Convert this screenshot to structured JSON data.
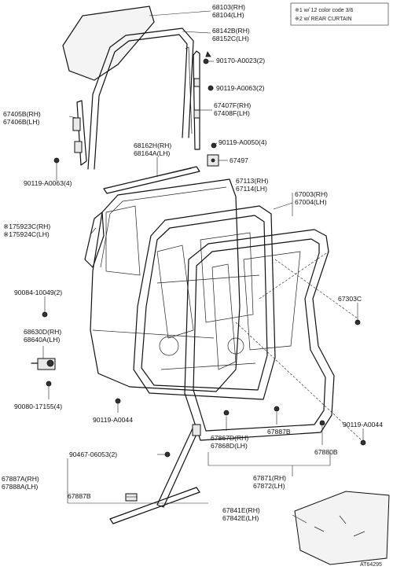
{
  "notes": [
    "※1 w/ 12 color code 3/6",
    "※2 w/ REAR CURTAIN"
  ],
  "labels": {
    "glass": [
      "68103(RH)",
      "68104(LH)"
    ],
    "run": [
      "68142B(RH)",
      "68152C(LH)"
    ],
    "bolt1": "90170-A0023(2)",
    "bolt2": "90119-A0063(2)",
    "divider": [
      "67407F(RH)",
      "67408F(LH)"
    ],
    "bolt3": "90119-A0050(4)",
    "frame_l": [
      "67405B(RH)",
      "67406B(LH)"
    ],
    "belt": [
      "68162H(RH)",
      "68164A(LH)"
    ],
    "clip": "67497",
    "bolt4": "90119-A0063(4)",
    "weather": [
      "67113(RH)",
      "67114(LH)"
    ],
    "panel": [
      "67003(RH)",
      "67004(LH)"
    ],
    "mould": [
      "※175923C(RH)",
      "※175924C(LH)"
    ],
    "clip2": "67303C",
    "bolt5": "90084-10049(2)",
    "hinge": [
      "68630D(RH)",
      "68640A(LH)"
    ],
    "bolt6": "90080-17155(4)",
    "bolt7": "90119-A0044",
    "bolt8": "90119-A0044",
    "seal_a": [
      "67867D(RH)",
      "67868D(LH)"
    ],
    "seal_b": "67887B",
    "seal_c": "67880B",
    "bolt9": "90467-06053(2)",
    "lower_a": [
      "67887A(RH)",
      "67888A(LH)"
    ],
    "lower_b": "67887B",
    "weather2": [
      "67871(RH)",
      "67872(LH)"
    ],
    "film": [
      "67841E(RH)",
      "67842E(LH)"
    ],
    "code": "AT64295"
  }
}
